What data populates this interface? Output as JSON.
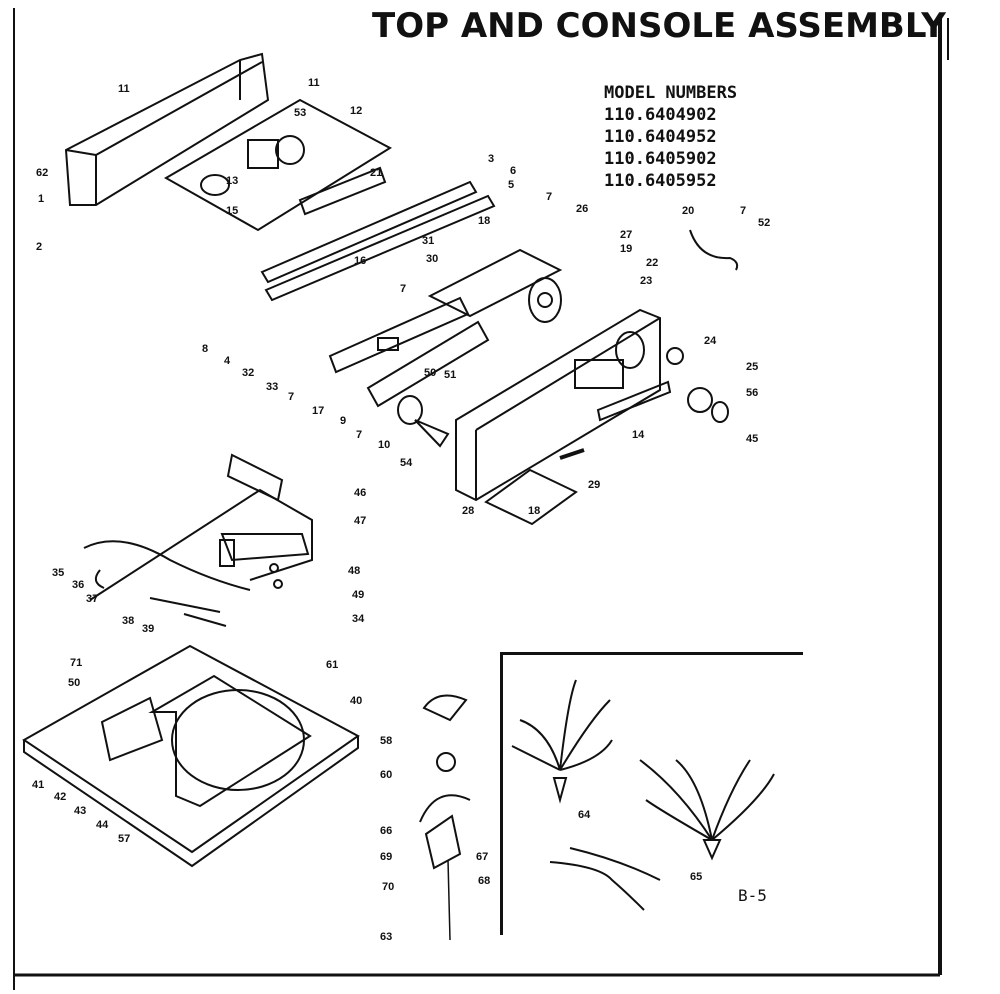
{
  "title": "TOP AND CONSOLE ASSEMBLY",
  "model_numbers_heading": "MODEL NUMBERS",
  "model_numbers": [
    "110.6404902",
    "110.6404952",
    "110.6405902",
    "110.6405952"
  ],
  "sheet_id": "B-5",
  "callouts": [
    "11",
    "11",
    "12",
    "53",
    "62",
    "1",
    "2",
    "13",
    "15",
    "21",
    "3",
    "6",
    "5",
    "7",
    "18",
    "26",
    "27",
    "19",
    "22",
    "23",
    "20",
    "7",
    "52",
    "31",
    "30",
    "7",
    "16",
    "8",
    "4",
    "32",
    "33",
    "7",
    "17",
    "9",
    "50",
    "51",
    "7",
    "10",
    "54",
    "29",
    "28",
    "18",
    "24",
    "25",
    "56",
    "14",
    "45",
    "46",
    "47",
    "48",
    "49",
    "34",
    "35",
    "36",
    "37",
    "38",
    "39",
    "71",
    "61",
    "50",
    "40",
    "41",
    "42",
    "43",
    "44",
    "57",
    "58",
    "60",
    "66",
    "69",
    "67",
    "70",
    "68",
    "63",
    "64",
    "65"
  ]
}
